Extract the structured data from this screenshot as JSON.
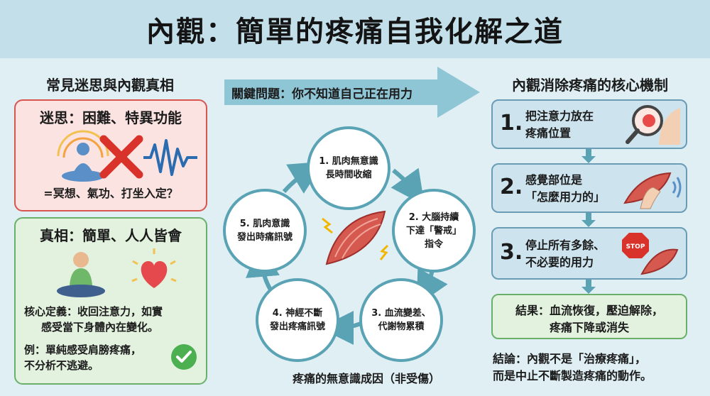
{
  "title": "內觀：簡單的疼痛自我化解之道",
  "left": {
    "heading": "常見迷思與內觀真相",
    "myth": {
      "title": "迷思：困難、特異功能",
      "caption": "=冥想、氣功、打坐入定？"
    },
    "truth": {
      "title": "真相：簡單、人人皆會",
      "def_line1": "核心定義：收回注意力，如實",
      "def_line2": "感受當下身體內在變化。",
      "ex_line1": "例：單純感受肩膀疼痛，",
      "ex_line2": "不分析不逃避。"
    }
  },
  "middle": {
    "key_question": "關鍵問題：你不知道自己正在用力",
    "cycle": [
      {
        "line1": "1. 肌肉無意識",
        "line2": "長時間收縮",
        "line3": ""
      },
      {
        "line1": "2. 大腦持續",
        "line2": "下達「警戒」",
        "line3": "指令"
      },
      {
        "line1": "3. 血流變差、",
        "line2": "代謝物累積",
        "line3": ""
      },
      {
        "line1": "4. 神經不斷",
        "line2": "發出疼痛訊號",
        "line3": ""
      },
      {
        "line1": "5. 肌肉意識",
        "line2": "發出時痛訊號",
        "line3": ""
      }
    ],
    "caption": "疼痛的無意識成因（非受傷）"
  },
  "right": {
    "heading": "內觀消除疼痛的核心機制",
    "steps": [
      {
        "num": "1.",
        "line1": "把注意力放在",
        "line2": "疼痛位置"
      },
      {
        "num": "2.",
        "line1": "感覺部位是",
        "line2": "「怎麼用力的」"
      },
      {
        "num": "3.",
        "line1": "停止所有多餘、",
        "line2": "不必要的用力"
      }
    ],
    "stop_sign": "STOP",
    "result_line1": "結果：血流恢復，壓迫解除，",
    "result_line2": "疼痛下降或消失",
    "conclusion_line1": "結論：內觀不是「治療疼痛」，",
    "conclusion_line2": "而是中止不斷製造疼痛的動作。"
  },
  "colors": {
    "myth_border": "#d9534f",
    "truth_border": "#6ab06a",
    "cycle_ring": "#5aa3b5",
    "arrow": "#8fc6d6",
    "step_bg": "#cde4ef"
  }
}
